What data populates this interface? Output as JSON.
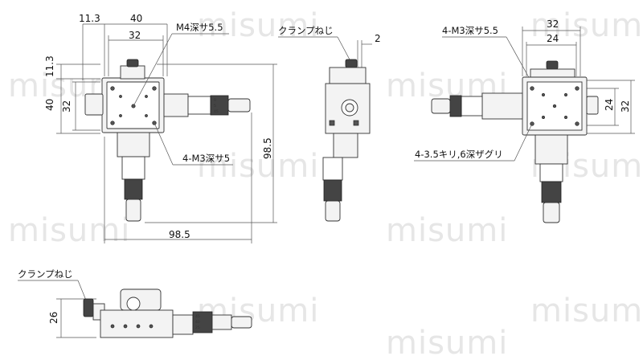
{
  "watermark": {
    "text": "misumi",
    "color": "#e6e6e6"
  },
  "top_view": {
    "dims": {
      "d_11_3_top": "11.3",
      "d_40_top": "40",
      "d_32_top": "32",
      "d_11_3_left": "11.3",
      "d_40_left": "40",
      "d_32_left": "32",
      "d_98_5_vertical": "98.5",
      "d_98_5_horizontal": "98.5"
    },
    "callouts": {
      "center_tap": "M4深サ5.5",
      "mount_taps": "4-M3深サ5"
    }
  },
  "side_view": {
    "callouts": {
      "clamp_screw": "クランプねじ"
    },
    "dims": {
      "d_2": "2"
    }
  },
  "right_view": {
    "callouts": {
      "mount_taps": "4-M3深サ5.5",
      "counterbore": "4-3.5キリ,6深ザグリ"
    },
    "dims": {
      "d_32_top": "32",
      "d_24_top": "24",
      "d_24_right": "24",
      "d_32_right": "32"
    }
  },
  "front_view": {
    "callouts": {
      "clamp_screw": "クランプねじ"
    },
    "dims": {
      "d_26": "26"
    }
  }
}
